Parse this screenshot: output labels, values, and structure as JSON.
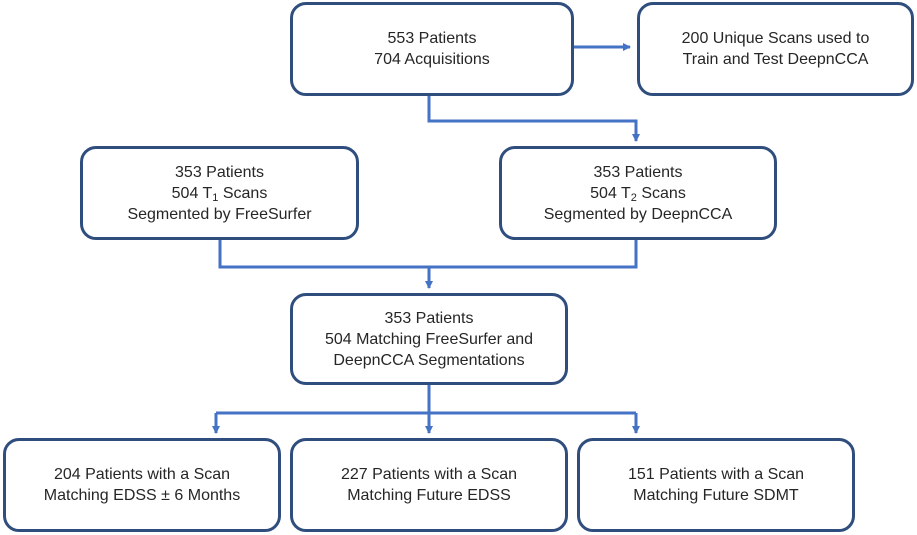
{
  "colors": {
    "box_border": "#2f4e7e",
    "connector": "#4472c4",
    "text": "#262626"
  },
  "nodes": {
    "top": {
      "lines": [
        "553 Patients",
        "704 Acquisitions"
      ]
    },
    "unique": {
      "lines": [
        "200 Unique Scans used to",
        "Train and Test DeepnCCA"
      ]
    },
    "t1": {
      "line1": "353 Patients",
      "line2_pre": "504 T",
      "line2_sub": "1",
      "line2_post": " Scans",
      "line3": "Segmented by FreeSurfer"
    },
    "t2": {
      "line1": "353 Patients",
      "line2_pre": "504 T",
      "line2_sub": "2",
      "line2_post": " Scans",
      "line3": "Segmented by DeepnCCA"
    },
    "match": {
      "lines": [
        "353 Patients",
        "504 Matching FreeSurfer and",
        "DeepnCCA Segmentations"
      ]
    },
    "edss6": {
      "lines": [
        "204 Patients with a Scan",
        "Matching EDSS ± 6 Months"
      ]
    },
    "future_edss": {
      "lines": [
        "227 Patients with a Scan",
        "Matching Future EDSS"
      ]
    },
    "future_sdmt": {
      "lines": [
        "151 Patients with a Scan",
        "Matching Future SDMT"
      ]
    }
  }
}
